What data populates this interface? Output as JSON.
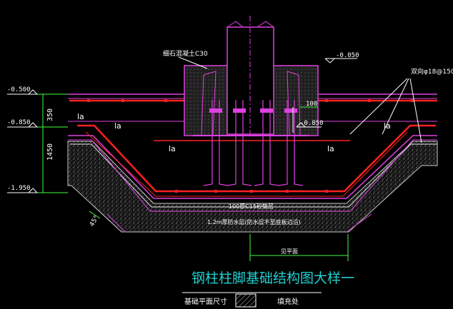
{
  "drawing": {
    "title": "钢柱柱脚基础结构图大样一",
    "note_infill_concrete": "细石混凝土C30",
    "note_rebar": "双向φ18@150",
    "note_cushion": "100厚C15砼垫层",
    "note_waterproof": "1.2m厚防水层(防水层不至底板边沿)",
    "dim_350": "350",
    "dim_1450": "1450",
    "dim_100": "100",
    "level_top": "-0.050",
    "level_left_1": "-0.500",
    "level_left_2": "-0.850",
    "level_left_3": "-1.950",
    "level_mid": "-0.850",
    "angle": "45°",
    "anchor_label": "la",
    "width_label": "见平面",
    "legend_text_1": "基础平面尺寸",
    "legend_text_2": "填充处"
  }
}
